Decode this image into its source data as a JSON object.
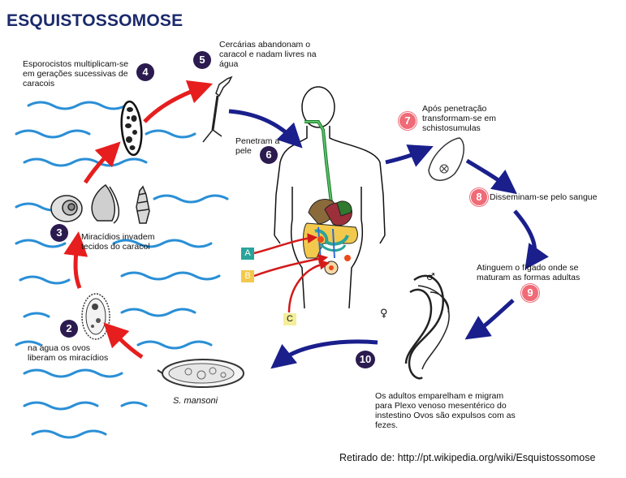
{
  "title": "ESQUISTOSSOMOSE",
  "steps": [
    {
      "number": "2",
      "text": "na água os ovos liberam os miracídios"
    },
    {
      "number": "3",
      "text": "Miracídios invadem tecidos do caracol"
    },
    {
      "number": "4",
      "text": "Esporocistos multiplicam-se em gerações sucessivas de caracois"
    },
    {
      "number": "5",
      "text": "Cercárias abandonam o caracol e nadam livres na água"
    },
    {
      "number": "6",
      "text": "Penetram a pele"
    },
    {
      "number": "7",
      "text": "Após penetração transformam-se em schistosumulas"
    },
    {
      "number": "8",
      "text": "Disseminam-se pelo sangue"
    },
    {
      "number": "9",
      "text": "Atinguem o fígado onde se maturam as formas adultas"
    },
    {
      "number": "10",
      "text": "Os adultos emparelham e migram para Plexo venoso mesentérico do instestino Ovos são expulsos com as fezes."
    }
  ],
  "markers": [
    {
      "letter": "A",
      "color": "#2aa39a"
    },
    {
      "letter": "B",
      "color": "#f2c94c"
    },
    {
      "letter": "C",
      "color": "#f4ee9a"
    }
  ],
  "species": "S. mansoni",
  "symbols": {
    "male": "♂",
    "female": "♀"
  },
  "source": "Retirado de: http://pt.wikipedia.org/wiki/Esquistossomose",
  "colors": {
    "water": "#2a8fd6",
    "red_arrow": "#e61e1e",
    "blue_arrow": "#1a1f8c",
    "badge_dark": "#2b1b4f",
    "badge_pink": "#ef6b77",
    "title": "#1b2a6b"
  }
}
